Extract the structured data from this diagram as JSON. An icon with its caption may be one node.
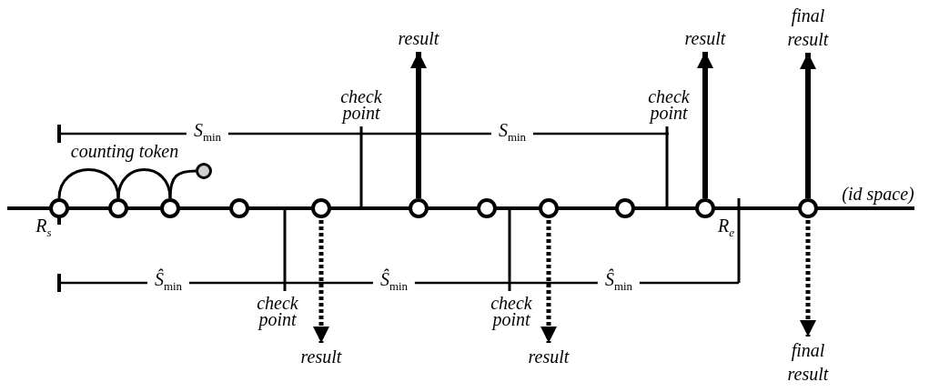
{
  "diagram": {
    "nodes": [
      {
        "text": [
          "final result"
        ]
      },
      {
        "text": [
          "result"
        ]
      },
      {
        "text": [
          "result"
        ]
      },
      {
        "text": [],
        "shape": "circle"
      },
      {
        "text": [],
        "shape": "circle"
      },
      {
        "text": [],
        "shape": "circle"
      },
      {
        "text": [],
        "shape": "circle"
      },
      {
        "text": [],
        "shape": "circle"
      },
      {
        "text": [],
        "shape": "circle"
      },
      {
        "text": [],
        "shape": "circle"
      },
      {
        "text": [],
        "shape": "circle"
      },
      {
        "text": [],
        "shape": "circle"
      },
      {
        "text": [],
        "shape": "circle"
      },
      {
        "text": [],
        "shape": "circle"
      },
      {
        "text": [],
        "shape": "circle"
      },
      {
        "text": [
          "result"
        ]
      },
      {
        "text": [
          "result"
        ]
      },
      {
        "text": [
          "final result"
        ]
      }
    ],
    "edges": [
      {
        "from": 9,
        "to": 1,
        "arrow": "to"
      },
      {
        "from": 13,
        "to": 2,
        "arrow": "to"
      },
      {
        "from": 14,
        "to": 0,
        "arrow": "to"
      },
      {
        "from": 8,
        "to": 15,
        "arrow": "to",
        "style": "dashed"
      },
      {
        "from": 11,
        "to": 16,
        "arrow": "to",
        "style": "dashed"
      },
      {
        "from": 14,
        "to": 17,
        "arrow": "to",
        "style": "dashed"
      },
      {
        "from": 4,
        "to": 5,
        "arrow": "none"
      },
      {
        "from": 5,
        "to": 6,
        "arrow": "none"
      },
      {
        "from": 6,
        "to": 3,
        "arrow": "none"
      }
    ],
    "labels": [
      "check point",
      "check point",
      "*S*$_{min}$",
      "*S*$_{min}$",
      "counting token",
      "(id space)",
      "R$_{s}$",
      "R$_{e}$",
      "*Ŝ*$_{min}$",
      "*Ŝ*$_{min}$",
      "*Ŝ*$_{min}$",
      "check point",
      "check point"
    ]
  }
}
